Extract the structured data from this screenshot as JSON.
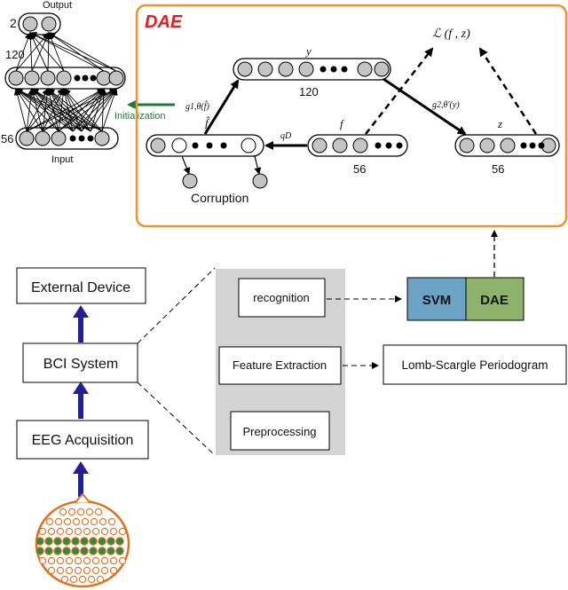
{
  "nn": {
    "output_label": "Output",
    "input_label": "Input",
    "output_size": "2",
    "hidden_size": "120",
    "input_size": "56",
    "init_label": "Initialization"
  },
  "dae": {
    "title": "DAE",
    "y_label": "y",
    "y_size": "120",
    "loss_label": "ℒ (f , z)",
    "f_hat_label": "f̂",
    "f_label": "f",
    "f_size": "56",
    "z_label": "z",
    "z_size": "56",
    "encoder_label": "g1,θ(f̂)",
    "decoder_label": "g2,θ'(y)",
    "corruption_fn_label": "qD",
    "corruption_label": "Corruption"
  },
  "pipeline": {
    "external_device": "External Device",
    "bci_system": "BCI System",
    "eeg_acquisition": "EEG Acquisition",
    "recognition": "recognition",
    "feature_extraction": "Feature Extraction",
    "preprocessing": "Preprocessing",
    "svm": "SVM",
    "dae_box": "DAE",
    "lomb_scargle": "Lomb-Scargle Periodogram"
  },
  "colors": {
    "dae_frame": "#f0952e",
    "dae_title": "#e02020",
    "init_arrow": "#1f7a3a",
    "flow_arrow": "#20209a",
    "svm_fill": "#6aa3c4",
    "dae_fill": "#8db36a",
    "gray_panel": "#d4d4d4",
    "node_fill": "#c4c4c4",
    "head_outline": "#e0701c",
    "electrode_fill": "#2f8a44"
  }
}
